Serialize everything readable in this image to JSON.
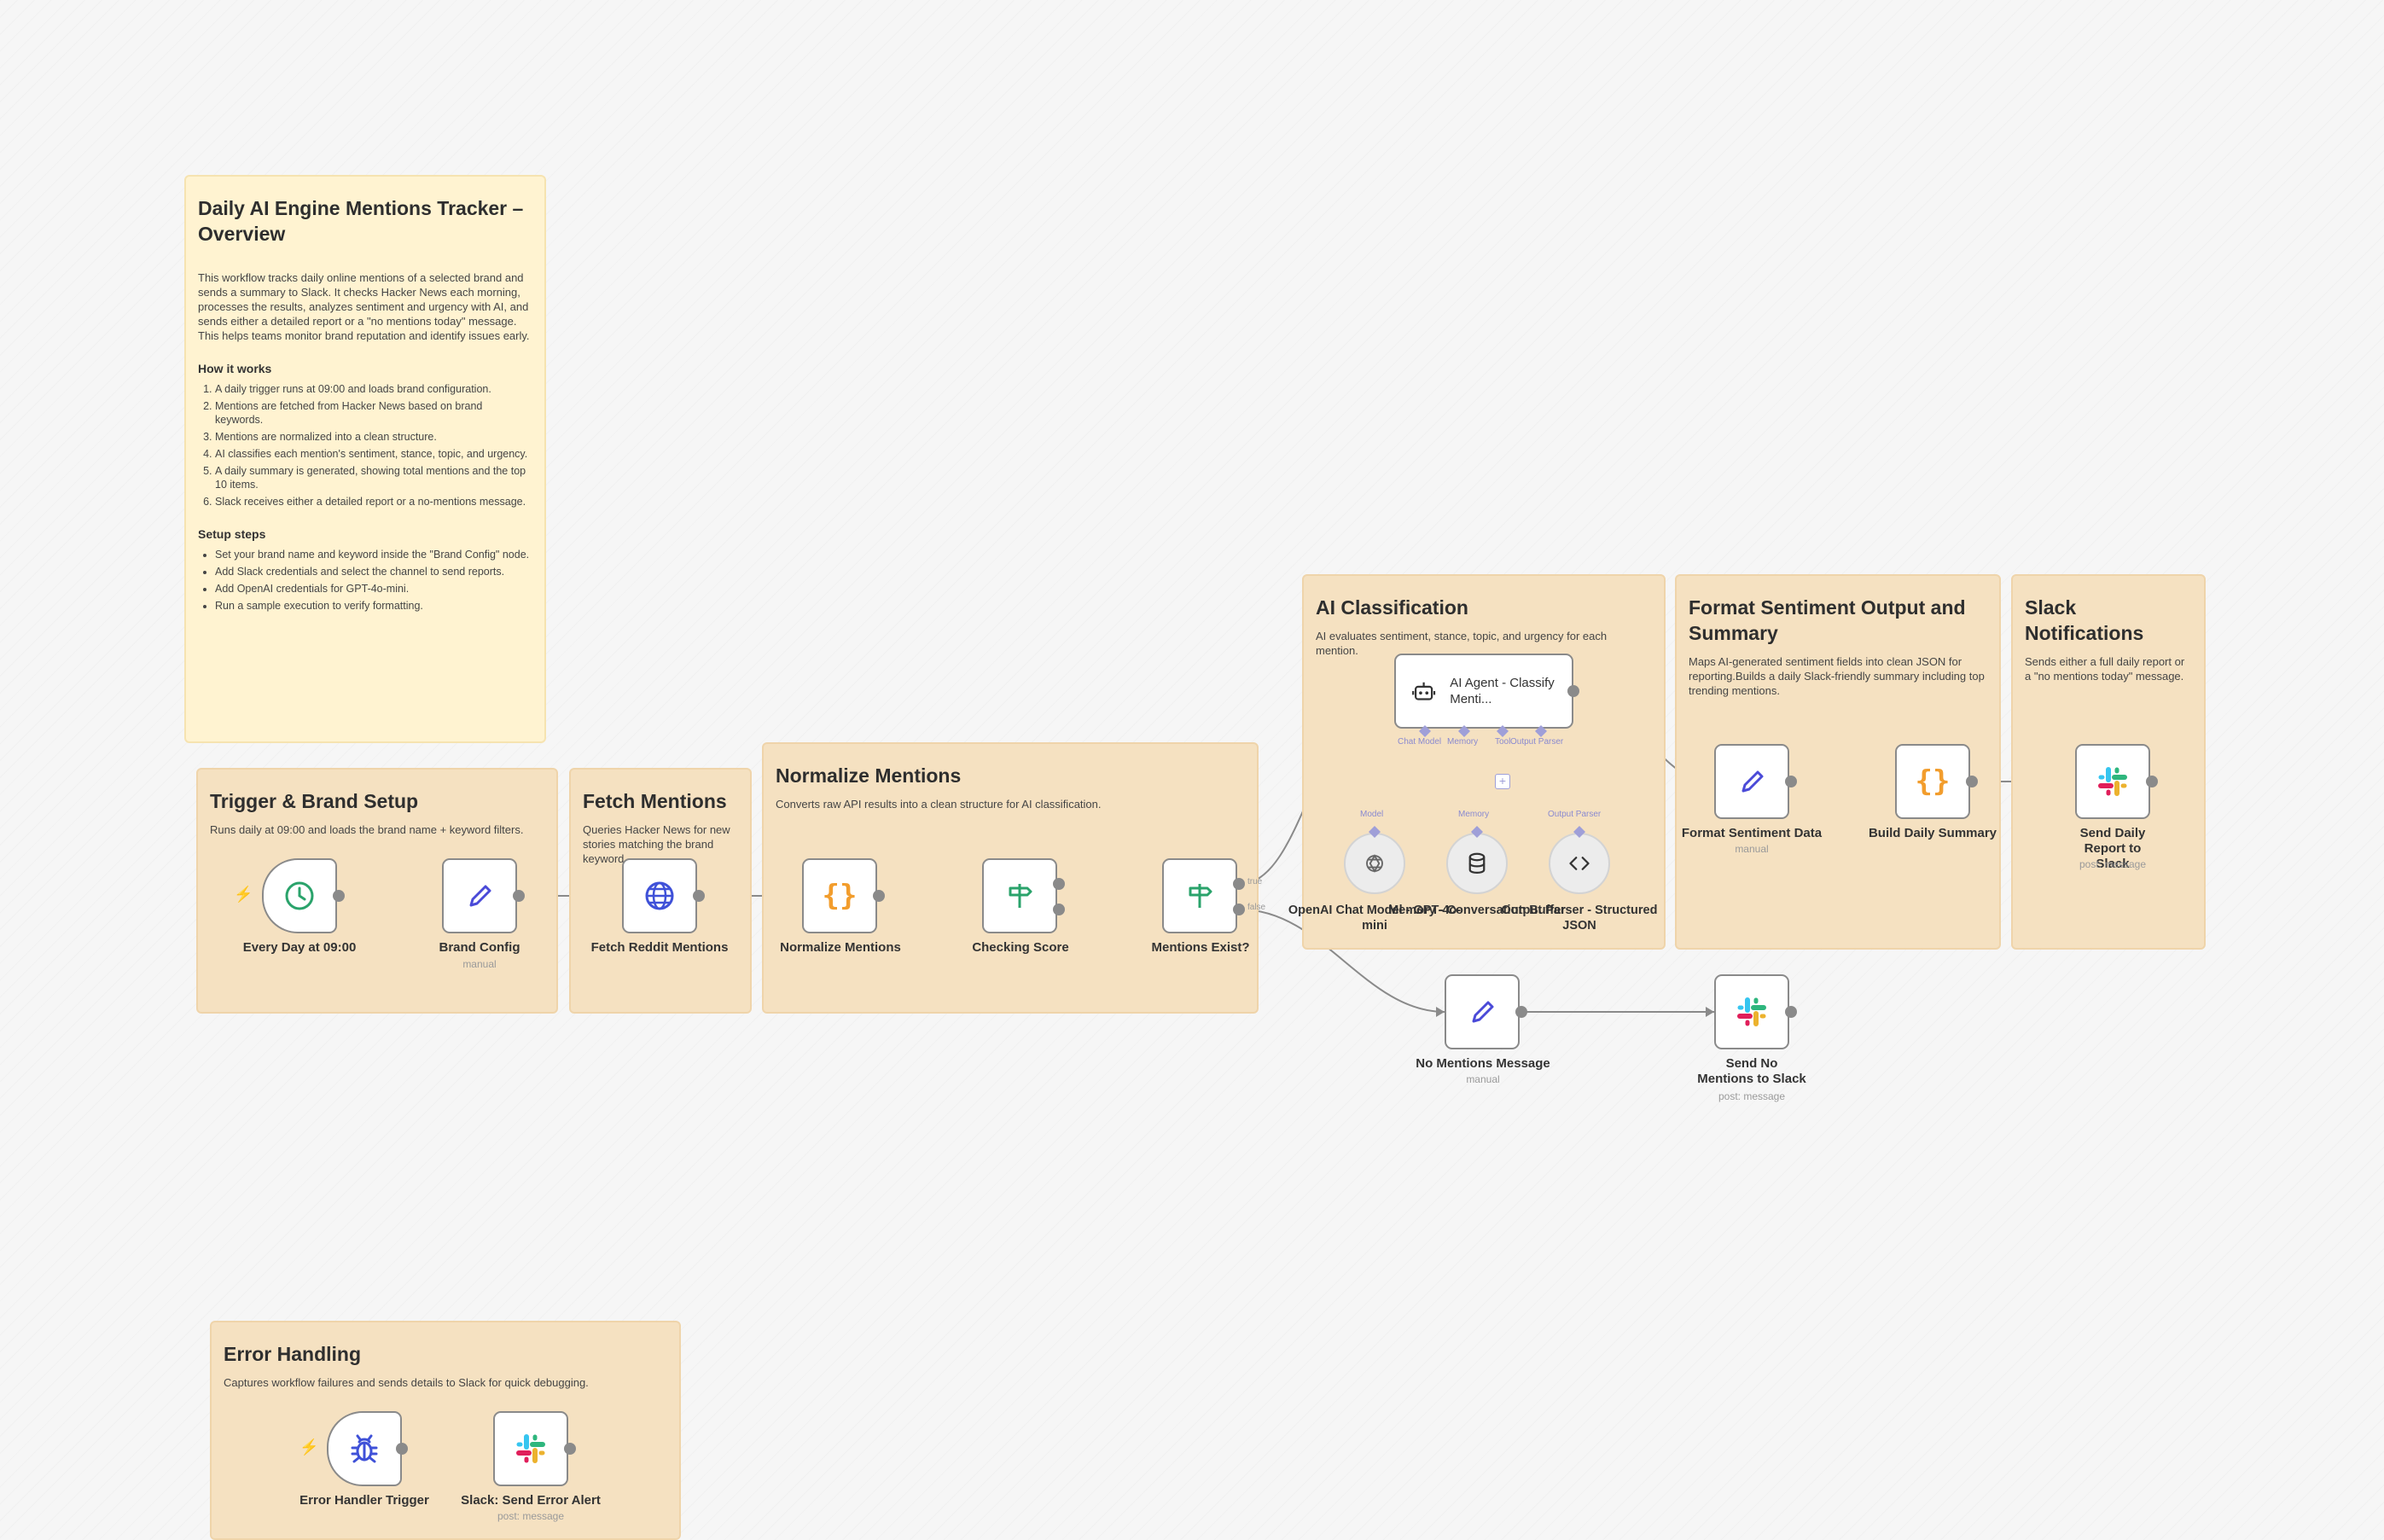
{
  "overview": {
    "title": "Daily AI Engine Mentions Tracker – Overview",
    "intro": "This workflow tracks daily online mentions of a selected brand and sends a summary to Slack. It checks Hacker News each morning, processes the results, analyzes sentiment and urgency with AI, and sends either a detailed report or a \"no mentions today\" message. This helps teams monitor brand reputation and identify issues early.",
    "how_title": "How it works",
    "how_steps": [
      "A daily trigger runs at 09:00 and loads brand configuration.",
      "Mentions are fetched from Hacker News based on brand keywords.",
      "Mentions are normalized into a clean structure.",
      "AI classifies each mention's sentiment, stance, topic, and urgency.",
      "A daily summary is generated, showing total mentions and the top 10 items.",
      "Slack receives either a detailed report or a no-mentions message."
    ],
    "setup_title": "Setup steps",
    "setup_steps": [
      "Set your brand name and keyword inside the \"Brand Config\" node.",
      "Add Slack credentials and select the channel to send reports.",
      "Add OpenAI credentials for GPT-4o-mini.",
      "Run a sample execution to verify formatting."
    ]
  },
  "sections": {
    "trigger": {
      "title": "Trigger & Brand Setup",
      "desc": "Runs daily at 09:00 and loads the brand name + keyword filters."
    },
    "fetch": {
      "title": "Fetch Mentions",
      "desc": "Queries Hacker News for new stories matching the brand keyword."
    },
    "normalize": {
      "title": "Normalize Mentions",
      "desc": "Converts raw API results into a clean structure for AI classification."
    },
    "ai": {
      "title": "AI Classification",
      "desc": "AI evaluates sentiment, stance, topic, and urgency for each mention."
    },
    "format": {
      "title": "Format Sentiment Output and Summary",
      "desc": "Maps AI-generated sentiment fields into clean JSON for reporting.Builds a daily Slack-friendly summary including top trending mentions."
    },
    "slack": {
      "title": "Slack Notifications",
      "desc": "Sends either a full daily report or a \"no mentions today\" message."
    },
    "error": {
      "title": "Error Handling",
      "desc": "Captures workflow failures and sends details to Slack for quick debugging."
    }
  },
  "nodes": {
    "every_day": {
      "label": "Every Day at 09:00",
      "icon": "clock-icon"
    },
    "brand_config": {
      "label": "Brand Config",
      "sub": "manual",
      "icon": "pencil-icon"
    },
    "fetch_reddit": {
      "label": "Fetch Reddit Mentions",
      "icon": "globe-icon"
    },
    "normalize": {
      "label": "Normalize Mentions",
      "icon": "braces-icon"
    },
    "checking_score": {
      "label": "Checking Score",
      "icon": "signpost-icon"
    },
    "mentions_exist": {
      "label": "Mentions Exist?",
      "icon": "signpost-icon",
      "true_label": "true",
      "false_label": "false"
    },
    "ai_agent": {
      "label": "AI Agent - Classify Menti...",
      "icon": "robot-icon"
    },
    "ai_ports": {
      "chat_model": "Chat Model",
      "memory": "Memory",
      "tool": "Tool",
      "output_parser": "Output Parser"
    },
    "openai": {
      "label": "OpenAI Chat Model - GPT-4o-mini",
      "pill": "Model",
      "icon": "openai-icon"
    },
    "memory": {
      "label": "Memory - Conversation Buffer",
      "pill": "Memory",
      "icon": "database-icon"
    },
    "parser": {
      "label": "Output Parser - Structured JSON",
      "pill": "Output Parser",
      "icon": "code-icon"
    },
    "format_sentiment": {
      "label": "Format Sentiment Data",
      "sub": "manual",
      "icon": "pencil-icon"
    },
    "build_summary": {
      "label": "Build Daily Summary",
      "icon": "braces-icon"
    },
    "send_report": {
      "label": "Send Daily Report to Slack",
      "sub": "post: message",
      "icon": "slack-icon"
    },
    "no_mentions": {
      "label": "No Mentions Message",
      "sub": "manual",
      "icon": "pencil-icon"
    },
    "send_no_mentions": {
      "label": "Send No Mentions to Slack",
      "sub": "post: message",
      "icon": "slack-icon"
    },
    "error_trigger": {
      "label": "Error Handler Trigger",
      "icon": "bug-icon"
    },
    "slack_error": {
      "label": "Slack: Send Error Alert",
      "sub": "post: message",
      "icon": "slack-icon"
    }
  },
  "colors": {
    "accent_orange": "#ff6d5a",
    "braces": "#f29d2d",
    "router_green": "#2aa36b",
    "pencil_blue": "#4a4ad8"
  }
}
